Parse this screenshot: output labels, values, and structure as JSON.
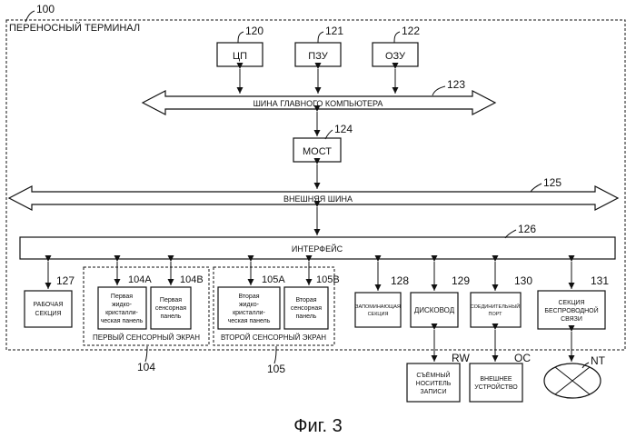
{
  "diagram": {
    "ref_terminal": "100",
    "terminal_label": "ПЕРЕНОСНЫЙ ТЕРМИНАЛ",
    "cpu": {
      "label": "ЦП",
      "ref": "120"
    },
    "rom": {
      "label": "ПЗУ",
      "ref": "121"
    },
    "ram": {
      "label": "ОЗУ",
      "ref": "122"
    },
    "host_bus": {
      "label": "ШИНА ГЛАВНОГО КОМПЬЮТЕРА",
      "ref": "123"
    },
    "bridge": {
      "label": "МОСТ",
      "ref": "124"
    },
    "external_bus": {
      "label": "ВНЕШНЯЯ ШИНА",
      "ref": "125"
    },
    "interface": {
      "label": "ИНТЕРФЕЙС",
      "ref": "126"
    },
    "work_section": {
      "lines": [
        "РАБОЧАЯ",
        "СЕКЦИЯ"
      ],
      "ref": "127"
    },
    "lcd1": {
      "lines": [
        "Первая",
        "жидко-",
        "кристалли-",
        "ческая панель"
      ],
      "ref": "104A"
    },
    "touch1": {
      "lines": [
        "Первая",
        "сенсорная",
        "панель"
      ],
      "ref": "104B"
    },
    "screen1": {
      "label": "ПЕРВЫЙ СЕНСОРНЫЙ ЭКРАН",
      "ref": "104"
    },
    "lcd2": {
      "lines": [
        "Вторая",
        "жидко-",
        "кристалли-",
        "ческая панель"
      ],
      "ref": "105A"
    },
    "touch2": {
      "lines": [
        "Вторая",
        "сенсорная",
        "панель"
      ],
      "ref": "105B"
    },
    "screen2": {
      "label": "ВТОРОЙ СЕНСОРНЫЙ ЭКРАН",
      "ref": "105"
    },
    "storage": {
      "lines": [
        "ЗАПОМИНАЮЩАЯ",
        "СЕКЦИЯ"
      ],
      "ref": "128"
    },
    "drive": {
      "label": "ДИСКОВОД",
      "ref": "129"
    },
    "port": {
      "lines": [
        "СОЕДИНИТЕЛЬНЫЙ",
        "ПОРТ"
      ],
      "ref": "130"
    },
    "wireless": {
      "lines": [
        "СЕКЦИЯ",
        "БЕСПРОВОДНОЙ",
        "СВЯЗИ"
      ],
      "ref": "131"
    },
    "media": {
      "lines": [
        "СЪЁМНЫЙ",
        "НОСИТЕЛЬ",
        "ЗАПИСИ"
      ],
      "ref": "RW"
    },
    "ext_device": {
      "lines": [
        "ВНЕШНЕЕ",
        "УСТРОЙСТВО"
      ],
      "ref": "OC"
    },
    "network": {
      "ref": "NT"
    },
    "figure_caption": "Фиг. 3"
  }
}
